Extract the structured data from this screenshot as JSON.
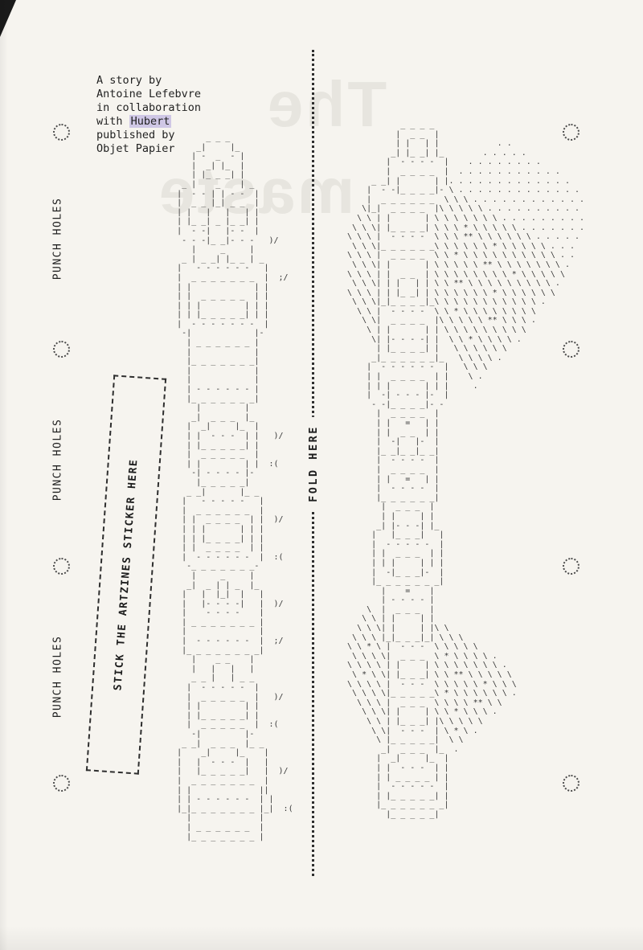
{
  "page": {
    "credits": {
      "line1": "A story by",
      "line2": "Antoine Lefebvre",
      "line3": "in collaboration",
      "line4_prefix": "with ",
      "line4_highlight": "Hubert",
      "line5": "published by",
      "line6": "Objet Papier"
    },
    "labels": {
      "punch_holes": "PUNCH HOLES",
      "fold_here": "FOLD HERE",
      "sticker_instruction": "STICK THE ARTZINES STICKER HERE"
    },
    "ghost_text": {
      "line1": "The",
      "line2": "maste"
    },
    "colors": {
      "paper": "#f6f4ef",
      "ink": "#2b2b2b",
      "highlight": "#cfc7e5"
    },
    "ascii_art": {
      "left": [
        "           _ _ _",
        "         _|     |_",
        "        | -  _  - |",
        "        |  _| |_  |",
        "        | |_ _ _| |",
        "      _ |    _    | _",
        "     |  - - | | - -  |",
        "     |  _ _ |_| _ _  |",
        "     | |   |   |   | |",
        "     | |_ _| _ |_ _| |",
        "     |  - -|   |- -  |",
        "      - - -|_ _|- - -   )/",
        "        |     _     |",
        "      _ | _ _| |_ _ | _",
        "     |   - - - - - -   |",
        "     |  _ _ _ _ _ _ _  |  ;/",
        "     | |             | |",
        "     | |  _ _ _ _ _  | |",
        "     | | |         | | |",
        "     | | |_ _ _ _ _| | |",
        "     |  - - - - - - -  |",
        "      -|             |-",
        "       | _ _ _ _ _ _ |",
        "       |             |",
        "       |_ _ _ _ _ _ _|",
        "       |             |",
        "       |             |",
        "       | - - - - - - |",
        "       |_ _ _ _ _ _ _|",
        "         |         |",
        "        _|  _ _ _  |_",
        "       |  _|     |_  |",
        "       | |  - - -  | |   )/",
        "       | |_ _ _ _ _| |",
        "       |  _ _ _ _ _  |",
        "       | |         | |  :(",
        "        -| - - - - |-",
        "         |_ _ _ _ _|",
        "       _ _|       |_ _",
        "      |   - - - - -   |",
        "      |  _ _ _ _ _ _  |",
        "      | |  _ _ _ _  | |  )/",
        "      | | |       | | |",
        "      | | |_ _ _ _| | |",
        "      | |  _ _ _ _  | |",
        "      |  - - - - - -  |  :(",
        "       -_ _ _ _ _ _ _-",
        "        |     _     |",
        "       _|  _ | | _  |_",
        "      |   |  |_|  |   |",
        "      |   |- - - -|   |  )/",
        "      |    - - - -    |",
        "      | _ _ _ _ _ _ _ |",
        "      |               |",
        "      |  - - - - - -  |  ;/",
        "      |_ _ _ _ _ _ _ _|",
        "        |    _ _    |",
        "        |   |   |   |",
        "        _ _ |   | _ _",
        "       |  - - - - -  |",
        "       |  _ _ _ _ _  |   )/",
        "       | |         | |",
        "       | |_ _ _ _ _| |",
        "       |  _ _ _ _ _  |  :(",
        "        -|         |-",
        "      _ _|  _ _ _  |_ _",
        "     |    _|     |_    |",
        "     |   |  - - -  |   |",
        "     |   |_ _ _ _ _|   |  )/",
        "     |  _ _ _ _ _ _ _  |",
        "     | |              ||",
        "     | | - - - - - -  | |",
        "     |_|_ _ _ _ _ _ _ |_|  :(",
        "       |              |",
        "       | _ _ _ _ _ _  |",
        "       |_ _ _ _ _ _ _ |"
      ],
      "right": [
        "             _ _ _ _",
        "            |  _ _  |",
        "            | |   | |            . .",
        "           _| |_ _| |_        . . . . .",
        "          |  - - - -  |    . . . . . . . .",
        "          |  _ _ _ _  |  . . . . . . . . . . .",
        "       _ _| |       | |. . . . . . . . . . . . .",
        "      |  - -|_ _ _ _|- \\ . . . . . . . . . . . . .",
        "      |  _ _ _ _ _ _  \\ \\ \\ . . . . . . . . . . . .",
        "     \\|_|  _ _ _ _  |\\ \\ \\ \\ \\ . . . . . . . . . .",
        "    \\ \\ | |       | \\ \\ \\ \\ \\ \\ \\ . . . . . . . . .",
        "   \\ \\ \\| |_ _ _ _| \\ \\ \\ * \\ \\ \\ \\ \\ . . . . . . .",
        "  \\ \\ \\ |  - - - -  \\ \\ \\ ** \\ \\ \\ \\ \\ \\ . . . . .",
        "   \\ \\ \\|_ _ _ _ _ _\\ \\ \\ \\ \\ \\ * \\ \\ \\ \\ \\ . . .",
        "  \\ \\ \\ |  _ _ _ _  \\ \\ * \\ \\ \\ \\ \\ \\ \\ \\ \\ \\ . .",
        "   \\ \\ \\| |       | \\ \\ \\ \\ \\ ** \\ \\ \\ \\ \\ \\ \\ .",
        "  \\ \\ \\ | |  _ _  | \\ \\ \\ \\ \\ \\ \\ \\ * \\ \\ \\ \\ \\",
        "   \\ \\ \\| | |   | | \\ \\ ** \\ \\ \\ \\ \\ \\ \\ \\ \\ .",
        "  \\ \\ \\ | | |_ _| | \\ \\ \\ \\ \\ \\ * \\ \\ \\ \\ \\ \\",
        "   \\ \\ \\|_|_ _ _ _|_\\ \\ \\ \\ \\ \\ \\ \\ \\ \\ \\ .",
        "    \\ \\ |  - - - -  \\ \\ * \\ \\ \\ \\ \\ \\ \\ \\",
        "     \\ \\|  _ _ _ _  |\\ \\ \\ \\ \\ ** \\ \\ \\ .",
        "      \\ | |       | | \\ \\ \\ \\ \\ \\ \\ \\ \\",
        "       \\| |- - - -| |  \\ \\ * \\ \\ \\ \\ .",
        "        | |_ _ _ _| |   \\ \\ \\ \\ \\ \\",
        "       _|_ _ _ _ _ _|_   \\ \\ \\ \\ .",
        "      |  - - - - - -  |   \\ \\ \\",
        "      | |  _ _ _ _  | |    \\ .",
        "      | | |       | | |     .",
        "      |  -| - - - |-  |",
        "       - -|_ _ _ _|- -",
        "        |  _ _ _ _  |",
        "        | |   =   | |",
        "        | |  _ _  | |",
        "        |  -|   |-  |",
        "        |_ _|_ _|_ _|",
        "        |  - - - -  |",
        "        |  _ _ _ _  |",
        "        | |   =   | |",
        "        |  - - - -  |",
        "        |_ _ _ _ _ _|",
        "         |  _ _ _  |",
        "         | |     | |",
        "        _| |- - -| |_",
        "       |   |_ _ _|   |",
        "       |  - - - - -  |",
        "       | |  _ _ _  | |",
        "       | | |     | | |",
        "       |  -|_ _ _|-  |",
        "       |_ _ _ _ _ _ _|",
        "         |    =    |",
        "         | - - - - |",
        "      \\  |  _ _ _  |",
        "     \\ \\ | |     | |",
        "    \\ \\ \\| |     | |\\ \\",
        "   \\ \\ \\ |_|_ _ _|_| \\ \\ \\",
        "  \\ \\ * \\ |  - - -  \\ \\ \\ \\ \\",
        "   \\ \\ \\ \\|  _ _ _  \\ * \\ \\ \\ \\ .",
        "  \\ \\ \\ \\ | |     | \\ \\ \\ \\ \\ \\ \\ .",
        "   \\ * \\ \\| |_ _ _| \\ \\ ** \\ \\ \\ \\ \\",
        "  \\ \\ \\ \\ |  - - -  \\ \\ \\ \\ \\ * \\ \\ \\",
        "   \\ \\ \\ \\|_ _ _ _ _\\ * \\ \\ \\ \\ \\ \\ .",
        "    \\ \\ \\ |  _ _ _  \\ \\ \\ \\ ** \\ \\",
        "     \\ \\ \\| |     | \\ \\ * \\ \\ \\ .",
        "      \\ \\ | |_ _ _| |\\ \\ \\ \\ \\",
        "       \\ \\|  - - -  | \\ * \\ .",
        "        \\ |_ _ _ _ _|  \\ \\",
        "         _|  _ _ _  |_  .",
        "        |  _|     |_  |",
        "        | |  - - -  | |",
        "        | | _ _ _ _ | |",
        "        |  - - - - -  |",
        "        | |_ _ _ _ _| |",
        "        |_ _ _ _ _ _ _|",
        "          |_ _ _ _ _|"
      ]
    }
  }
}
